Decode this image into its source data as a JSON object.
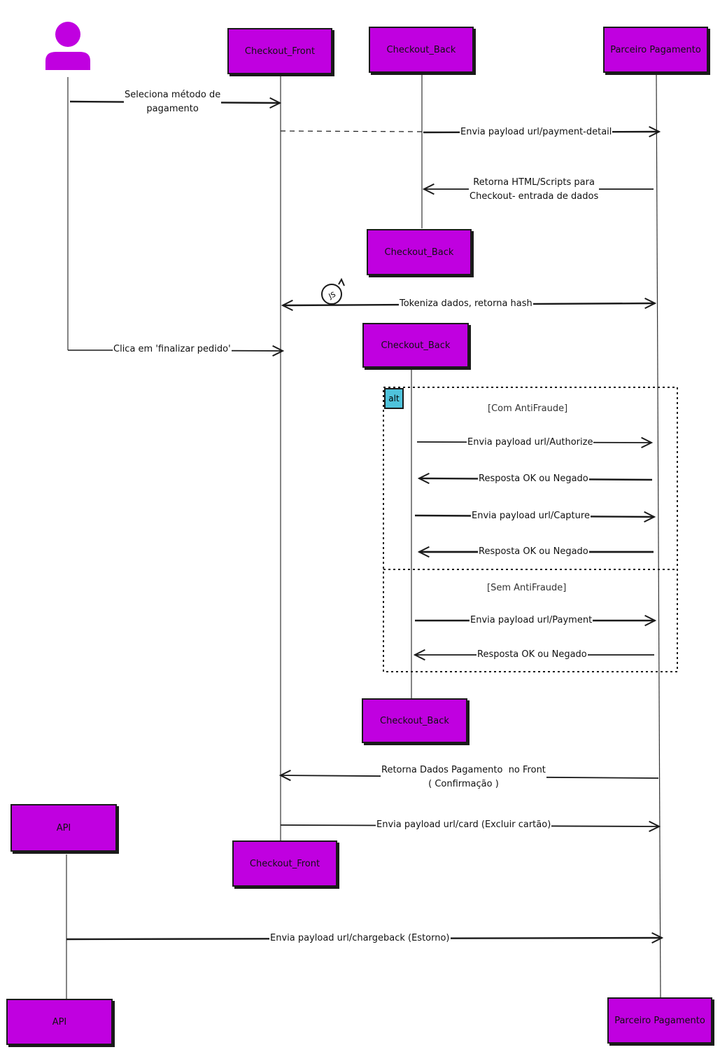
{
  "colors": {
    "participant_fill": "#c000e0",
    "alt_tag_fill": "#4fc3dc",
    "line": "#1a1a1a"
  },
  "actor": {
    "icon": "user-icon"
  },
  "participants": {
    "checkout_front": "Checkout_Front",
    "checkout_back": "Checkout_Back",
    "parceiro_pagamento": "Parceiro Pagamento",
    "api": "API"
  },
  "messages": {
    "seleciona": "Seleciona método de\npagamento",
    "envia_payment_detail": "Envia payload url/payment-detail",
    "retorna_html": "Retorna HTML/Scripts para\nCheckout- entrada de dados",
    "tokeniza": "Tokeniza dados, retorna hash",
    "clica_finalizar": "Clica em 'finalizar pedido'",
    "envia_authorize": "Envia payload url/Authorize",
    "resposta_1": "Resposta OK ou Negado",
    "envia_capture": "Envia payload url/Capture",
    "resposta_2": "Resposta OK ou Negado",
    "envia_payment": "Envia payload url/Payment",
    "resposta_3": "Resposta OK ou Negado",
    "retorna_dados": "Retorna Dados Pagamento  no Front\n( Confirmação )",
    "envia_card": "Envia payload url/card (Excluir cartão)",
    "envia_chargeback": "Envia payload url/chargeback (Estorno)"
  },
  "alt": {
    "tag": "alt",
    "guard_1": "[Com AntiFraude]",
    "guard_2": "[Sem AntiFraude]"
  },
  "js_badge": "JS"
}
